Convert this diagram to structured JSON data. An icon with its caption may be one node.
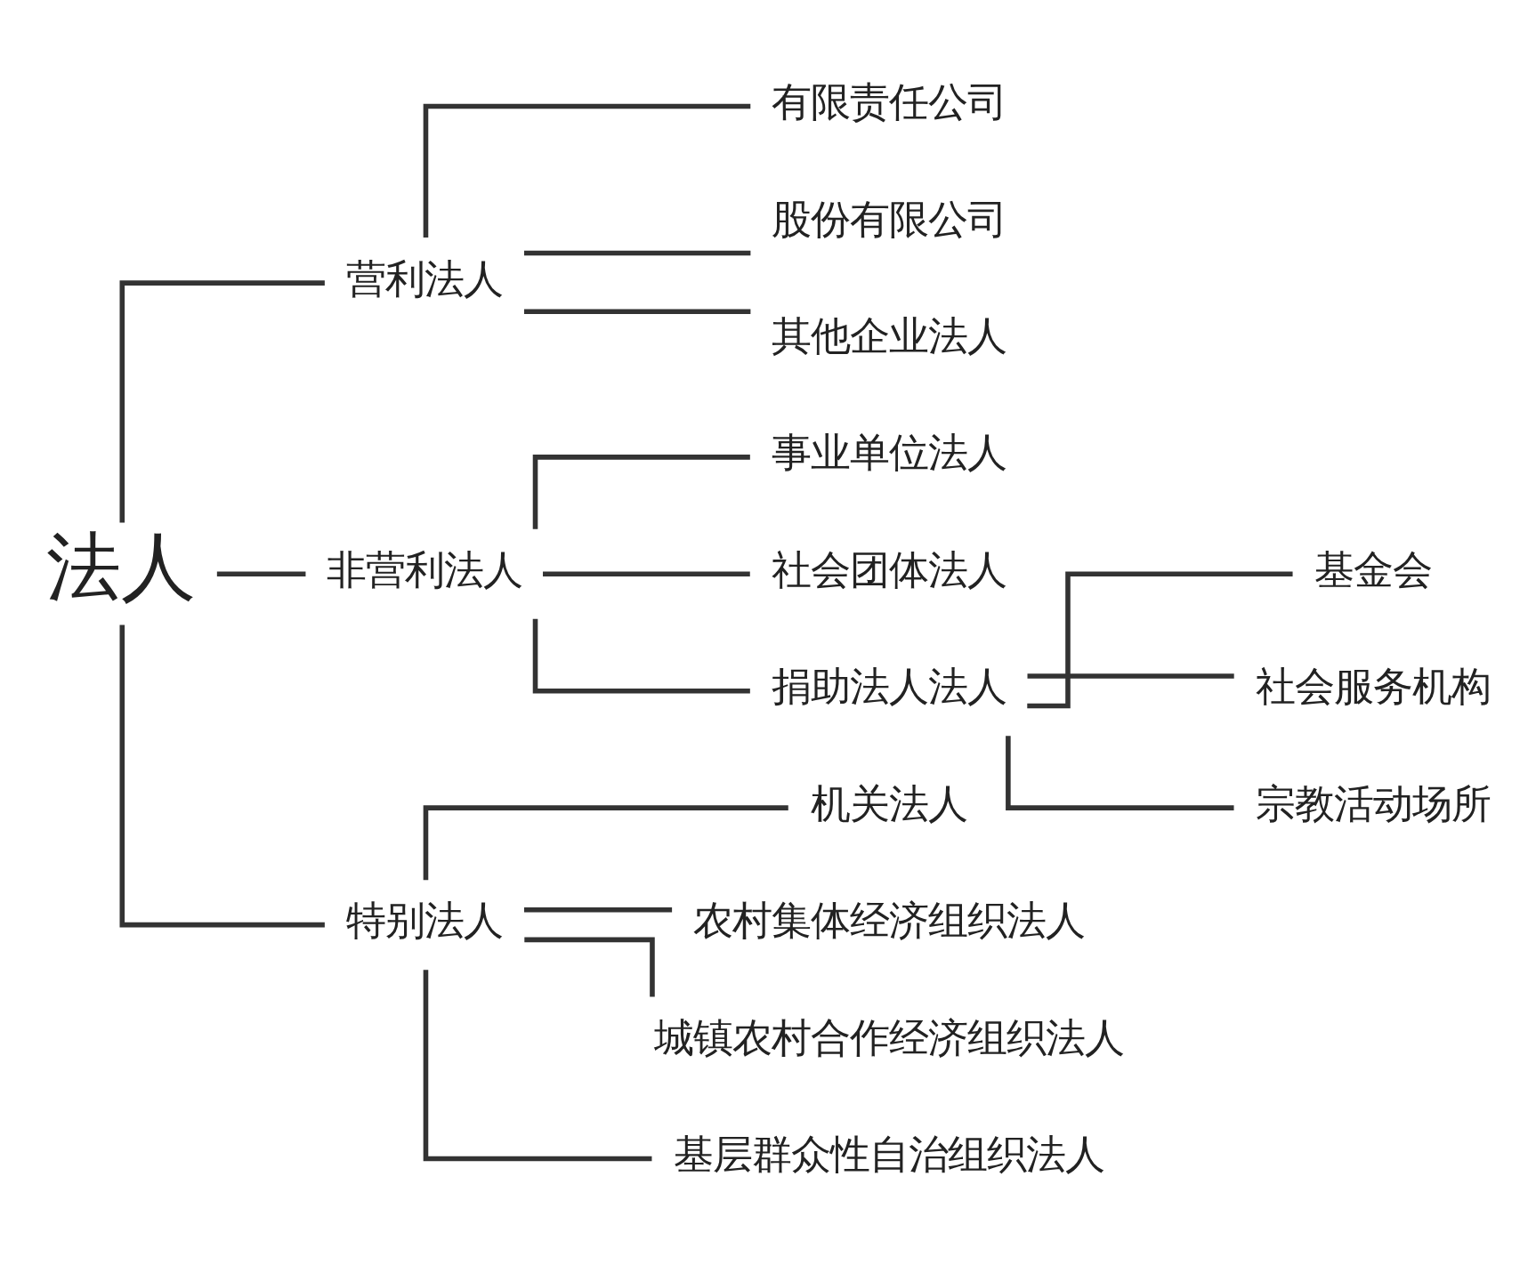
{
  "diagram": {
    "nodes": [
      {
        "text": [
          "法人"
        ]
      },
      {
        "text": [
          "营利法人"
        ]
      },
      {
        "text": [
          "有限责任公司"
        ]
      },
      {
        "text": [
          "股份有限公司"
        ]
      },
      {
        "text": [
          "其他企业法人"
        ]
      },
      {
        "text": [
          "非营利法人"
        ]
      },
      {
        "text": [
          "事业单位法人"
        ]
      },
      {
        "text": [
          "社会团体法人"
        ]
      },
      {
        "text": [
          "捐助法人法人"
        ]
      },
      {
        "text": [
          "基金会"
        ]
      },
      {
        "text": [
          "社会服务机构"
        ]
      },
      {
        "text": [
          "宗教活动场所"
        ]
      },
      {
        "text": [
          "特别法人"
        ]
      },
      {
        "text": [
          "机关法人"
        ]
      },
      {
        "text": [
          "农村集体经济组织法人"
        ]
      },
      {
        "text": [
          "城镇农村合作经济组织法人"
        ]
      },
      {
        "text": [
          "基层群众性自治组织法人"
        ]
      }
    ],
    "edges": [
      {
        "from": 0,
        "to": 1,
        "arrow": "none"
      },
      {
        "from": 0,
        "to": 5,
        "arrow": "none"
      },
      {
        "from": 0,
        "to": 12,
        "arrow": "none"
      },
      {
        "from": 1,
        "to": 2,
        "arrow": "none"
      },
      {
        "from": 1,
        "to": 3,
        "arrow": "none"
      },
      {
        "from": 1,
        "to": 4,
        "arrow": "none"
      },
      {
        "from": 5,
        "to": 6,
        "arrow": "none"
      },
      {
        "from": 5,
        "to": 7,
        "arrow": "none"
      },
      {
        "from": 5,
        "to": 8,
        "arrow": "none"
      },
      {
        "from": 8,
        "to": 9,
        "arrow": "none"
      },
      {
        "from": 8,
        "to": 10,
        "arrow": "none"
      },
      {
        "from": 8,
        "to": 11,
        "arrow": "none"
      },
      {
        "from": 12,
        "to": 13,
        "arrow": "none"
      },
      {
        "from": 12,
        "to": 14,
        "arrow": "none"
      },
      {
        "from": 12,
        "to": 15,
        "arrow": "none"
      },
      {
        "from": 12,
        "to": 16,
        "arrow": "none"
      }
    ]
  }
}
